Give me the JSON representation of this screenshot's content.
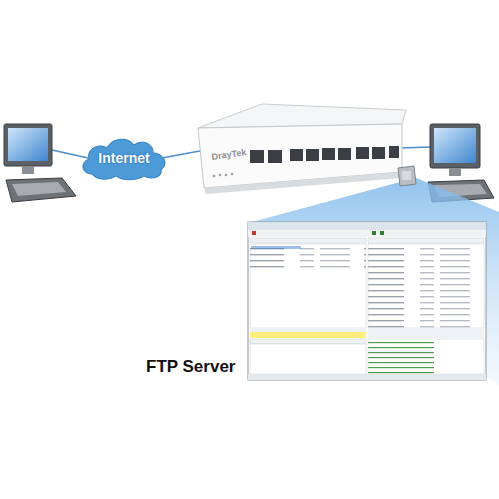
{
  "diagram": {
    "nodes": [
      {
        "text": [
          "Internet"
        ]
      }
    ],
    "labels": [
      "DrayTek",
      "FTP Server"
    ]
  }
}
